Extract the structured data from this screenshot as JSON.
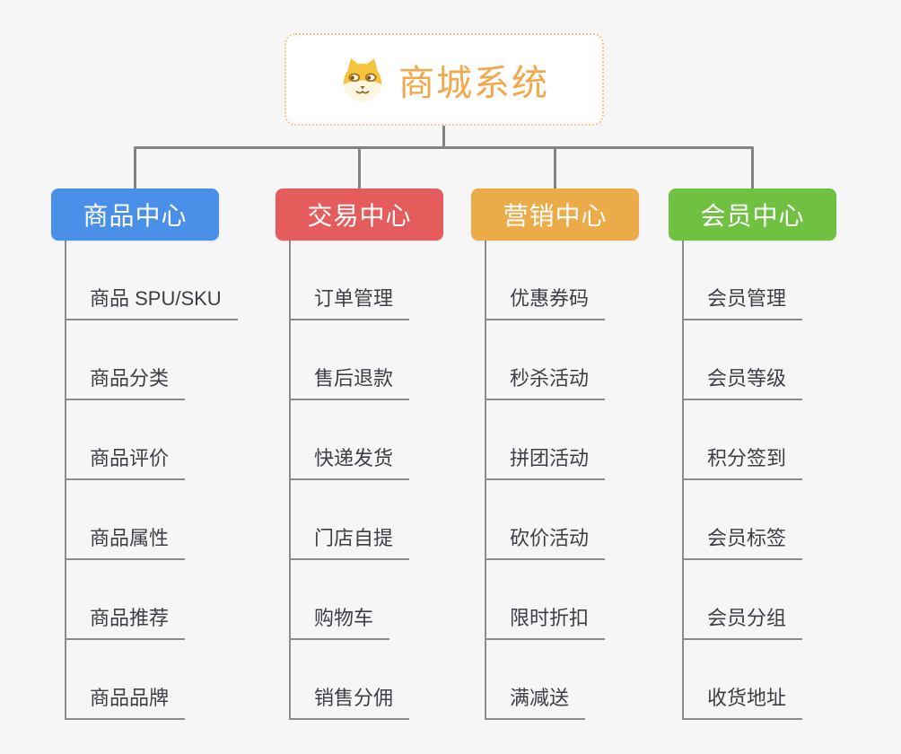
{
  "page": {
    "background": "#f6f6f6"
  },
  "connectors": {
    "color": "#838383"
  },
  "root": {
    "label": "商城系统",
    "icon": "dog-face-icon",
    "text_color": "#f0a84b",
    "border_color": "#f3c488",
    "background": "#ffffff"
  },
  "branches": [
    {
      "label": "商品中心",
      "color": "#4a90e8",
      "children": [
        "商品 SPU/SKU",
        "商品分类",
        "商品评价",
        "商品属性",
        "商品推荐",
        "商品品牌"
      ]
    },
    {
      "label": "交易中心",
      "color": "#e45c5c",
      "children": [
        "订单管理",
        "售后退款",
        "快递发货",
        "门店自提",
        "购物车",
        "销售分佣"
      ]
    },
    {
      "label": "营销中心",
      "color": "#ecab49",
      "children": [
        "优惠券码",
        "秒杀活动",
        "拼团活动",
        "砍价活动",
        "限时折扣",
        "满减送"
      ]
    },
    {
      "label": "会员中心",
      "color": "#70c142",
      "children": [
        "会员管理",
        "会员等级",
        "积分签到",
        "会员标签",
        "会员分组",
        "收货地址"
      ]
    }
  ]
}
